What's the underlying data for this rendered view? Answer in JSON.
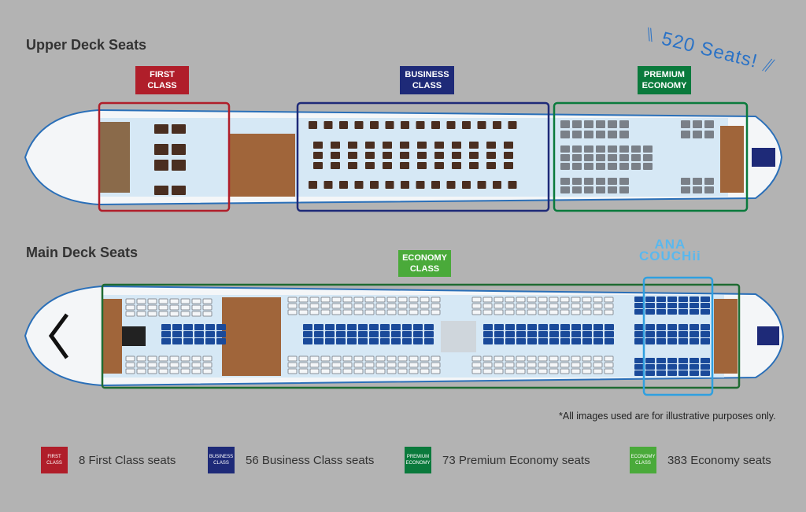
{
  "headline": "520 Seats!",
  "upper_deck": {
    "title": "Upper Deck Seats",
    "classes": [
      {
        "label_line1": "FIRST",
        "label_line2": "CLASS",
        "color": "#b01e2a"
      },
      {
        "label_line1": "BUSINESS",
        "label_line2": "CLASS",
        "color": "#1e2a78"
      },
      {
        "label_line1": "PREMIUM",
        "label_line2": "ECONOMY",
        "color": "#0a7a3c"
      }
    ]
  },
  "main_deck": {
    "title": "Main Deck Seats",
    "classes": [
      {
        "label_line1": "ECONOMY",
        "label_line2": "CLASS",
        "color": "#4aaa3a"
      }
    ],
    "couch_brand_line1": "ANA",
    "couch_brand_line2": "COUCHii",
    "couch_color": "#2fa0e0"
  },
  "footnote": "*All images used are for illustrative purposes only.",
  "legend": [
    {
      "box_line1": "FIRST",
      "box_line2": "CLASS",
      "text": "8 First Class seats",
      "color": "#b01e2a"
    },
    {
      "box_line1": "BUSINESS",
      "box_line2": "CLASS",
      "text": "56 Business Class seats",
      "color": "#1e2a78"
    },
    {
      "box_line1": "PREMIUM",
      "box_line2": "ECONOMY",
      "text": "73 Premium Economy seats",
      "color": "#0a7a3c"
    },
    {
      "box_line1": "ECONOMY",
      "box_line2": "CLASS",
      "text": "383 Economy seats",
      "color": "#4aaa3a"
    }
  ]
}
